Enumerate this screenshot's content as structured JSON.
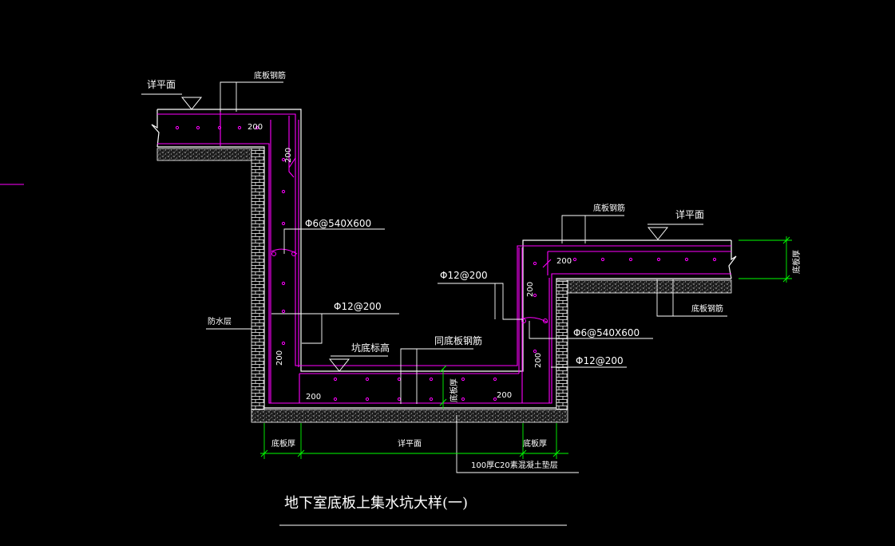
{
  "drawing": {
    "title": "地下室底板上集水坑大样(一)",
    "left_plan_label": "详平面",
    "left_top_rebar_label": "底板钢筋",
    "left_dim_200": "200",
    "waterproof_label": "防水层",
    "stirrup_label": "Φ6@540X600",
    "left_wall_rebar_label": "Φ12@200",
    "left_wall_dim_200": "200",
    "pit_bottom_elevation_label": "坑底标高",
    "pit_bottom_rebar_label": "同底板钢筋",
    "pit_floor_dim_left": "200",
    "pit_floor_dim_right": "200",
    "pit_floor_thickness_label": "底板厚",
    "right_top_rebar_label": "底板钢筋",
    "right_plan_label": "详平面",
    "right_dim_200_top": "200",
    "right_wall_rebar_label_top": "Φ12@200",
    "right_wall_dim_200": "200",
    "right_stirrup_label": "Φ6@540X600",
    "right_wall_dim_200_lower": "200",
    "right_wall_rebar_label_bottom": "Φ12@200",
    "right_bottom_rebar_label": "底板钢筋",
    "right_thickness_label": "底板厚",
    "dim_bottom_left": "底板厚",
    "dim_bottom_middle": "详平面",
    "dim_bottom_right": "底板厚",
    "cushion_label": "100厚C20素混凝土垫层"
  },
  "colors": {
    "background": "#000000",
    "outline": "#ffffff",
    "rebar": "#ff00ff",
    "dimension": "#00ff00",
    "gravel": "#cfcfcf"
  }
}
